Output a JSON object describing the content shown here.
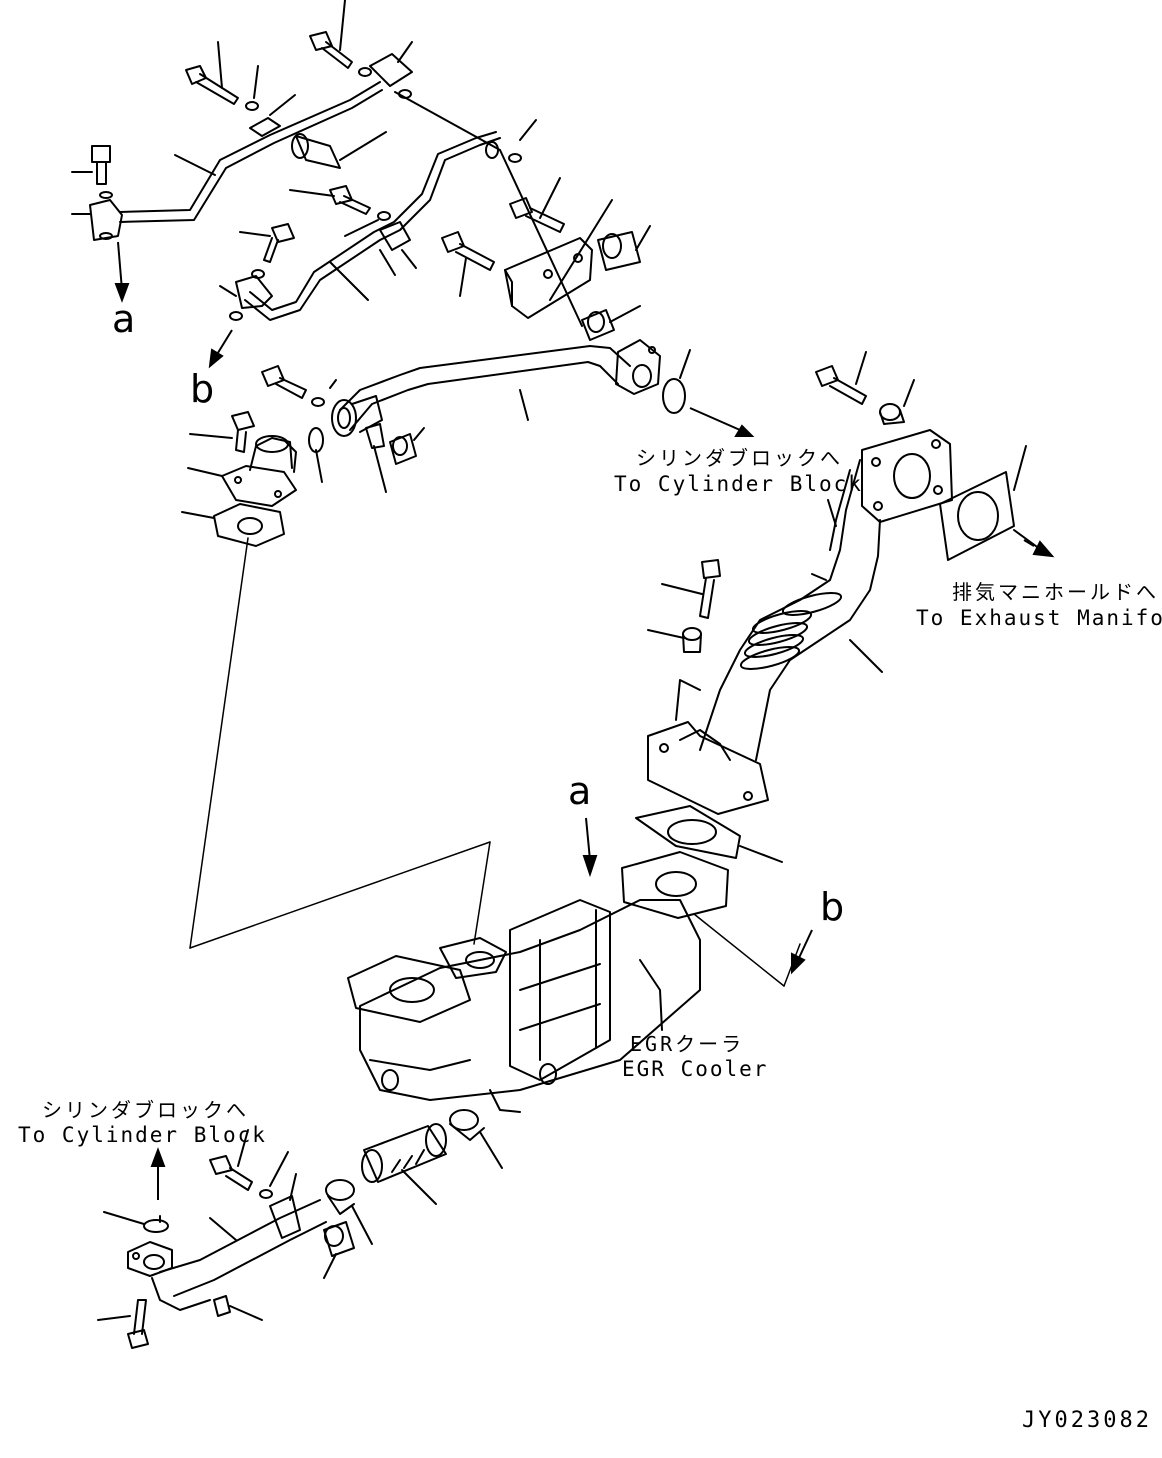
{
  "callouts": {
    "to_cylinder_block_top": {
      "jp": "シリンダブロックへ",
      "en": "To Cylinder Block"
    },
    "to_exhaust_manifold": {
      "jp": "排気マニホールドへ",
      "en": "To Exhaust Manifold"
    },
    "egr_cooler": {
      "jp": "EGRクーラ",
      "en": "EGR Cooler"
    },
    "to_cylinder_block_bottom": {
      "jp": "シリンダブロックへ",
      "en": "To Cylinder Block"
    }
  },
  "reference_marks": {
    "a": "a",
    "b": "b"
  },
  "drawing_code": "JY023082",
  "colors": {
    "line": "#000000",
    "background": "#ffffff"
  }
}
